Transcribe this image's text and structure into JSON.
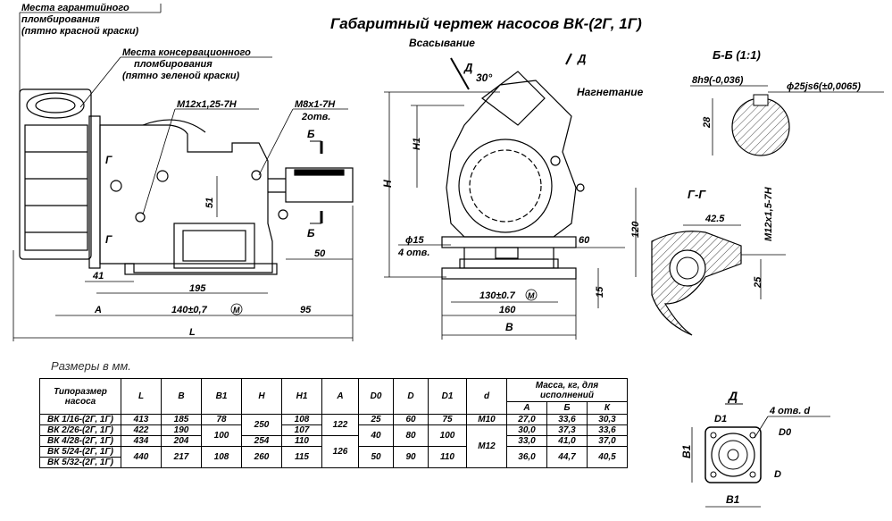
{
  "title": "Габаритный чертеж насосов ВК-(2Г, 1Г)",
  "notes": {
    "warranty_seal": [
      "Места гарантийного",
      "пломбирования",
      "(пятно красной краски)"
    ],
    "conservation_seal": [
      "Места консервационного",
      "пломбирования",
      "(пятно зеленой краски)"
    ]
  },
  "labels": {
    "suction": "Всасывание",
    "discharge": "Нагнетание",
    "view_d": "Д",
    "angle": "30°",
    "section_bb": "Б-Б (1:1)",
    "section_gg": "Г-Г",
    "section_b": "Б",
    "section_g": "Г",
    "view_d_title": "Д"
  },
  "dimensions": {
    "thread_m12": "М12х1,25-7Н",
    "thread_m8": "М8х1-7Н",
    "holes_2": "2отв.",
    "d51": "51",
    "d50": "50",
    "d41": "41",
    "d195": "195",
    "d140": "140±0,7",
    "d95": "95",
    "dA": "А",
    "dL": "L",
    "dH": "Н",
    "dH1": "Н1",
    "phi15": "ϕ15",
    "holes_4": "4 отв.",
    "d60": "60",
    "d120": "120",
    "d15": "15",
    "d130": "130±0.7",
    "d160": "160",
    "dB": "В",
    "key_8h9": "8h9(-0,036)",
    "shaft_25": "ϕ25js6(±0,0065)",
    "d28": "28",
    "d42_5": "42.5",
    "thread_gg": "М12х1,5-7Н",
    "d25": "25",
    "holes_4d": "4 отв. d",
    "dD1": "D1",
    "dD0": "D0",
    "dD": "D",
    "dB1": "В1",
    "circle_m": "M"
  },
  "units_note": "Размеры в мм.",
  "table": {
    "headers": {
      "type": "Типоразмер насоса",
      "L": "L",
      "B": "В",
      "B1": "В1",
      "H": "Н",
      "H1": "Н1",
      "A": "А",
      "D0": "D0",
      "D": "D",
      "D1": "D1",
      "d": "d",
      "mass": "Масса, кг, для исполнений",
      "mA": "А",
      "mB": "Б",
      "mK": "К"
    },
    "rows": [
      {
        "type": "ВК 1/16-(2Г, 1Г)",
        "L": "413",
        "B": "185",
        "B1": "78",
        "H": "250",
        "H1": "108",
        "A": "122",
        "D0": "25",
        "D": "60",
        "D1": "75",
        "d": "М10",
        "mA": "27,0",
        "mB": "33,6",
        "mK": "30,3"
      },
      {
        "type": "ВК 2/26-(2Г, 1Г)",
        "L": "422",
        "B": "190",
        "B1": "100",
        "H": "250",
        "H1": "107",
        "A": "122",
        "D0": "40",
        "D": "80",
        "D1": "100",
        "d": "М12",
        "mA": "30,0",
        "mB": "37,3",
        "mK": "33,6"
      },
      {
        "type": "ВК 4/28-(2Г, 1Г)",
        "L": "434",
        "B": "204",
        "B1": "100",
        "H": "254",
        "H1": "110",
        "A": "126",
        "D0": "40",
        "D": "80",
        "D1": "100",
        "d": "М12",
        "mA": "33,0",
        "mB": "41,0",
        "mK": "37,0"
      },
      {
        "type": "ВК 5/24-(2Г, 1Г)",
        "L": "440",
        "B": "217",
        "B1": "108",
        "H": "260",
        "H1": "115",
        "A": "126",
        "D0": "50",
        "D": "90",
        "D1": "110",
        "d": "М12",
        "mA": "36,0",
        "mB": "44,7",
        "mK": "40,5"
      },
      {
        "type": "ВК 5/32-(2Г, 1Г)",
        "L": "440",
        "B": "217",
        "B1": "108",
        "H": "260",
        "H1": "115",
        "A": "126",
        "D0": "50",
        "D": "90",
        "D1": "110",
        "d": "М12",
        "mA": "36,0",
        "mB": "44,7",
        "mK": "40,5"
      }
    ]
  }
}
